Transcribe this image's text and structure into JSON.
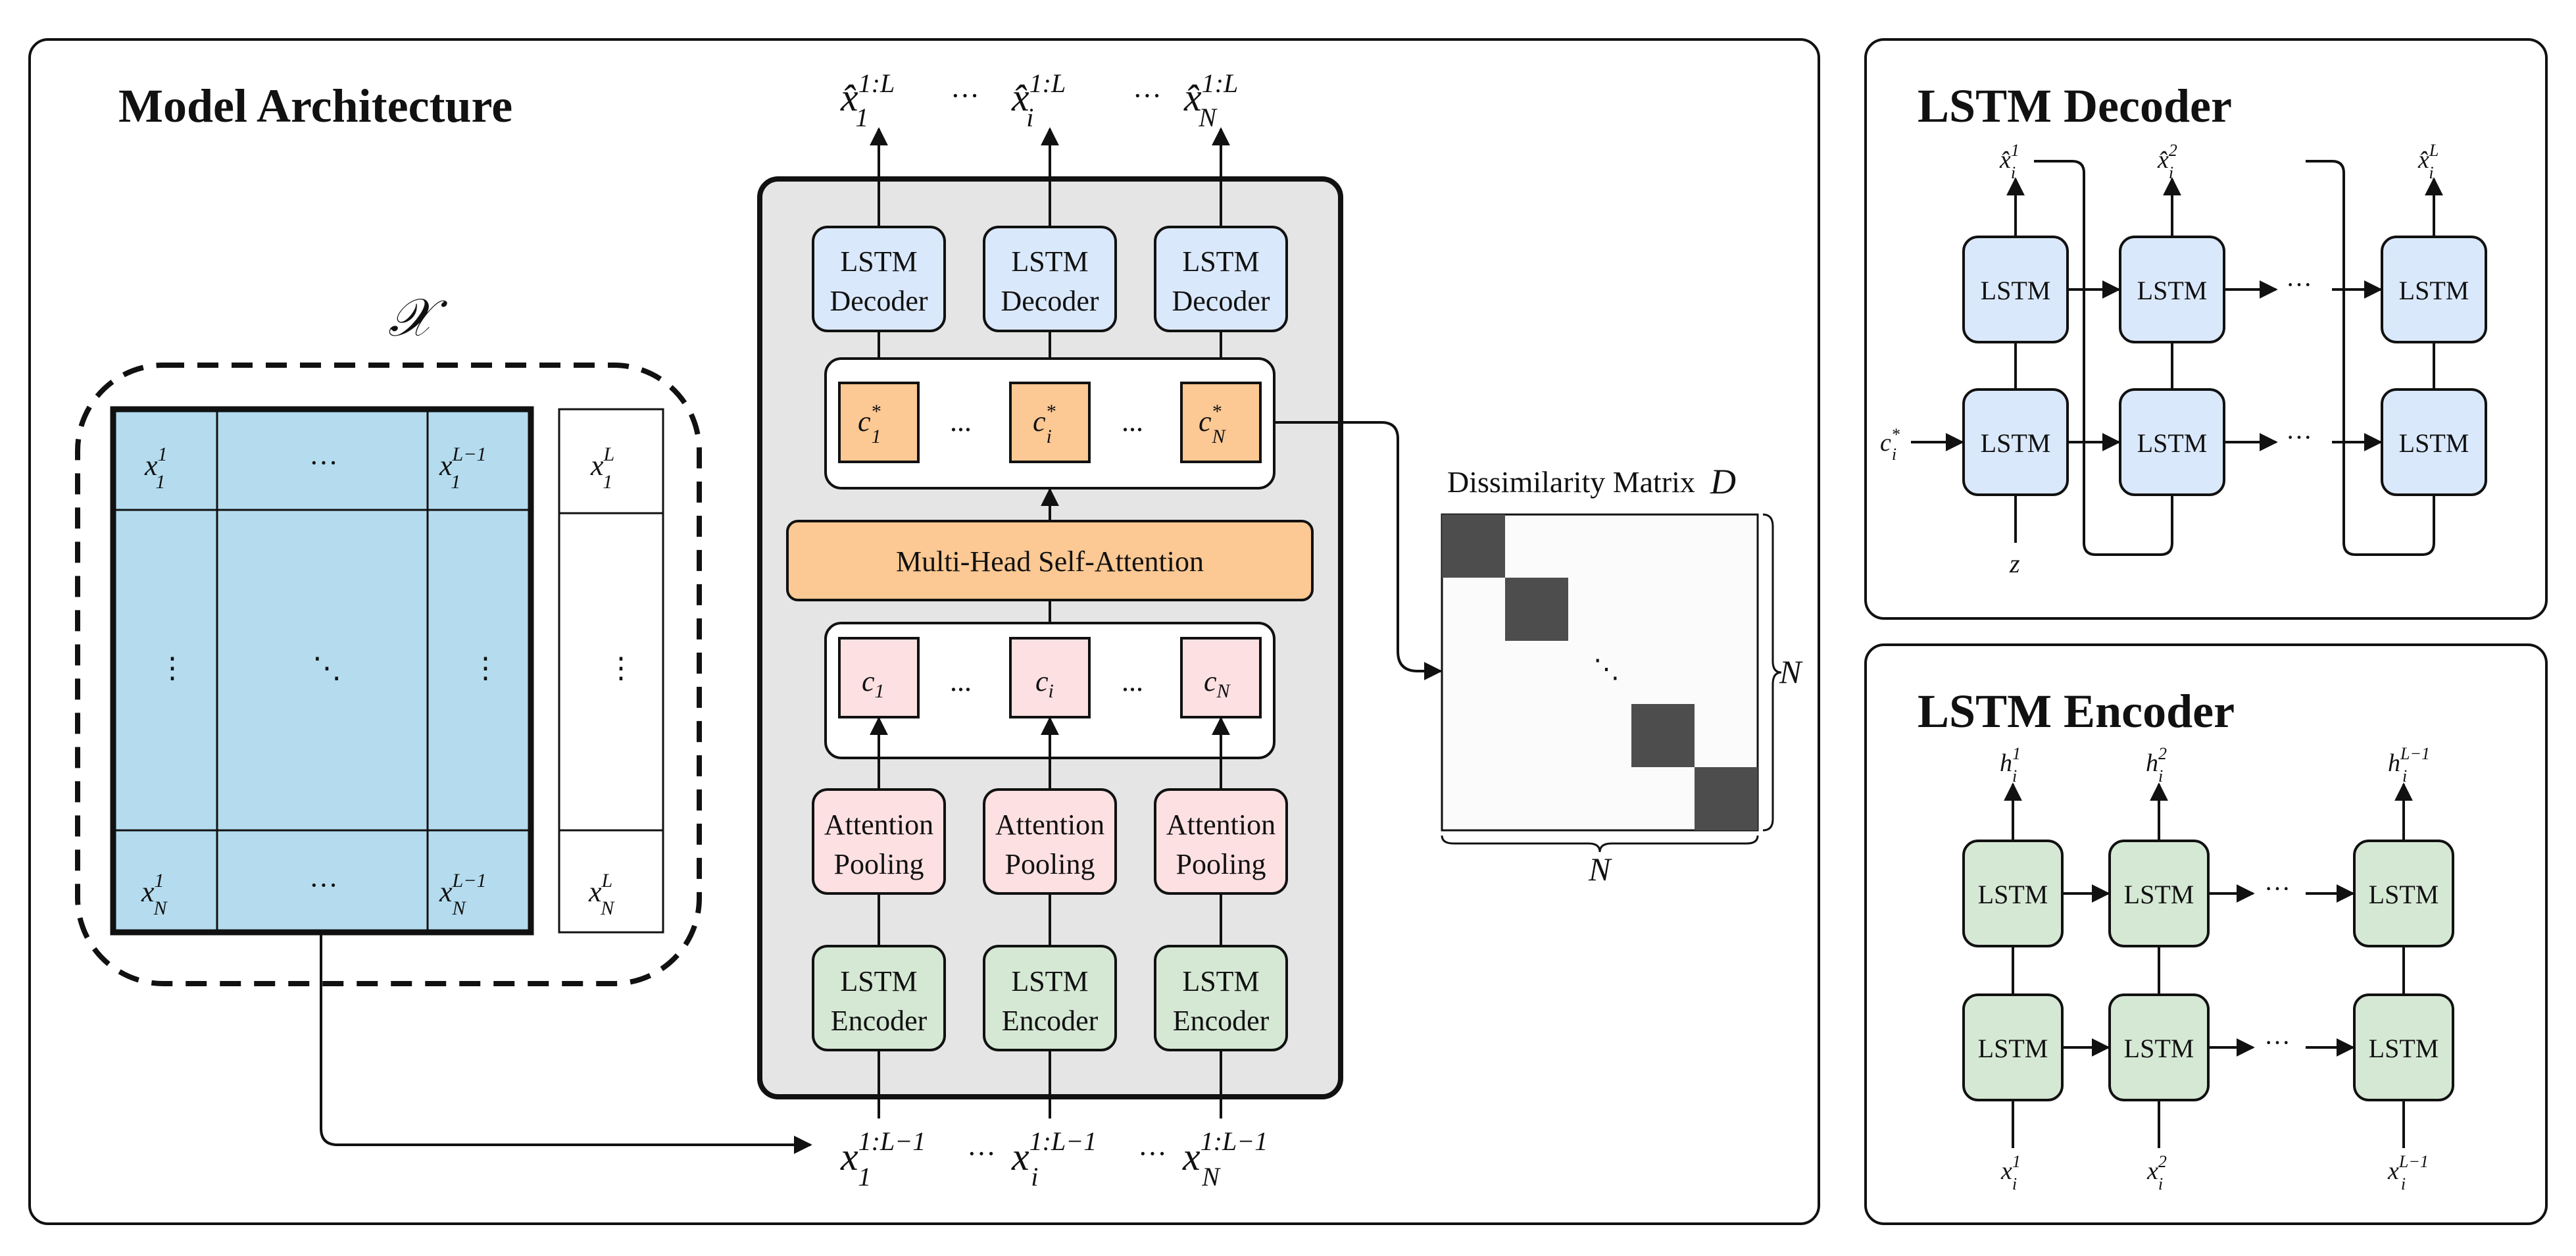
{
  "colors": {
    "blue_cell": "#b4dcee",
    "light_blue_box": "#dae8fc",
    "light_red_box": "#fde0e2",
    "light_green_box": "#d5e8d4",
    "orange_box": "#fcc893",
    "gray_panel": "#e5e5e5",
    "dark_cell": "#4d4d4d"
  },
  "model_arch": {
    "title": "Model Architecture",
    "dataset_symbol": "𝒳",
    "matrix": {
      "row1": [
        "x",
        "···",
        "x"
      ],
      "ellipsis_v": "⋮",
      "ellipsis_diag": "⋱",
      "col_ellipsis": "⋮"
    },
    "outputs": {
      "dots": "···"
    },
    "inputs": {
      "dots": "···"
    },
    "decoder_label_line1": "LSTM",
    "decoder_label_line2": "Decoder",
    "encoder_label_line1": "LSTM",
    "encoder_label_line2": "Encoder",
    "pooling_line1": "Attention",
    "pooling_line2": "Pooling",
    "mhsa": "Multi-Head Self-Attention",
    "c_dots": "...",
    "dissimilarity_title": "Dissimilarity Matrix",
    "dissimilarity_symbol": "D",
    "matrix_size_symbol": "N",
    "diag_dots": "⋱"
  },
  "lstm_decoder": {
    "title": "LSTM Decoder",
    "cell_label": "LSTM",
    "dots": "···",
    "input_label": "c",
    "z_label": "z"
  },
  "lstm_encoder": {
    "title": "LSTM Encoder",
    "cell_label": "LSTM",
    "dots": "···"
  }
}
